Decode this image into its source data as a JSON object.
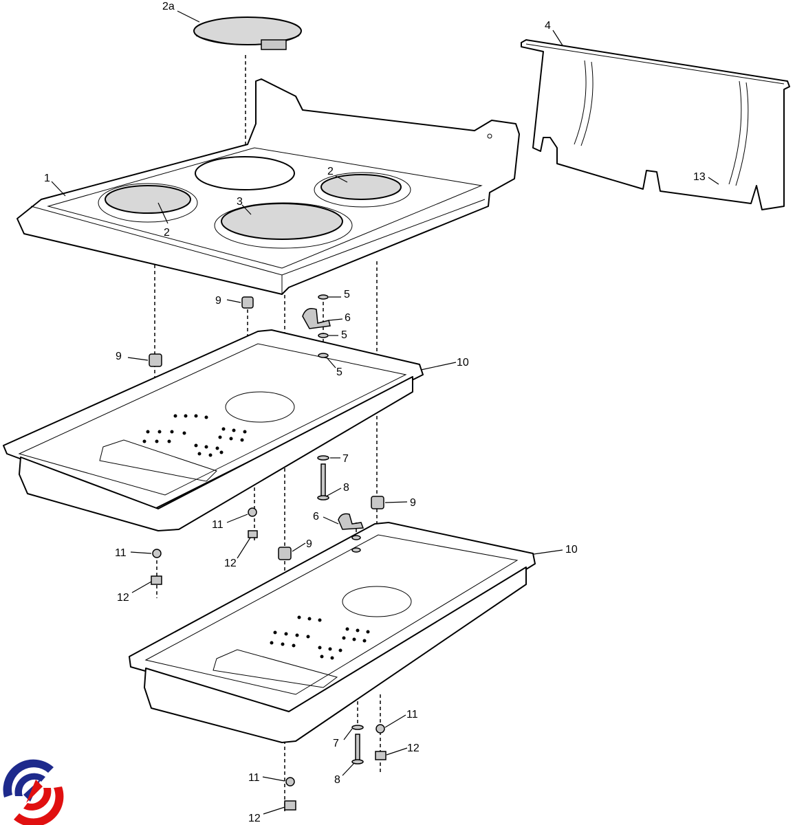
{
  "title": "Cooktop exploded parts diagram",
  "callouts": [
    "2a",
    "4",
    "1",
    "2",
    "3",
    "2",
    "13",
    "9",
    "5",
    "6",
    "5",
    "9",
    "5",
    "10",
    "7",
    "8",
    "9",
    "6",
    "11",
    "9",
    "10",
    "11",
    "12",
    "12",
    "11",
    "7",
    "12",
    "8",
    "11",
    "12"
  ],
  "logo": {
    "name": "brand-logo",
    "colors": [
      "#1e2a8c",
      "#e01010"
    ]
  }
}
